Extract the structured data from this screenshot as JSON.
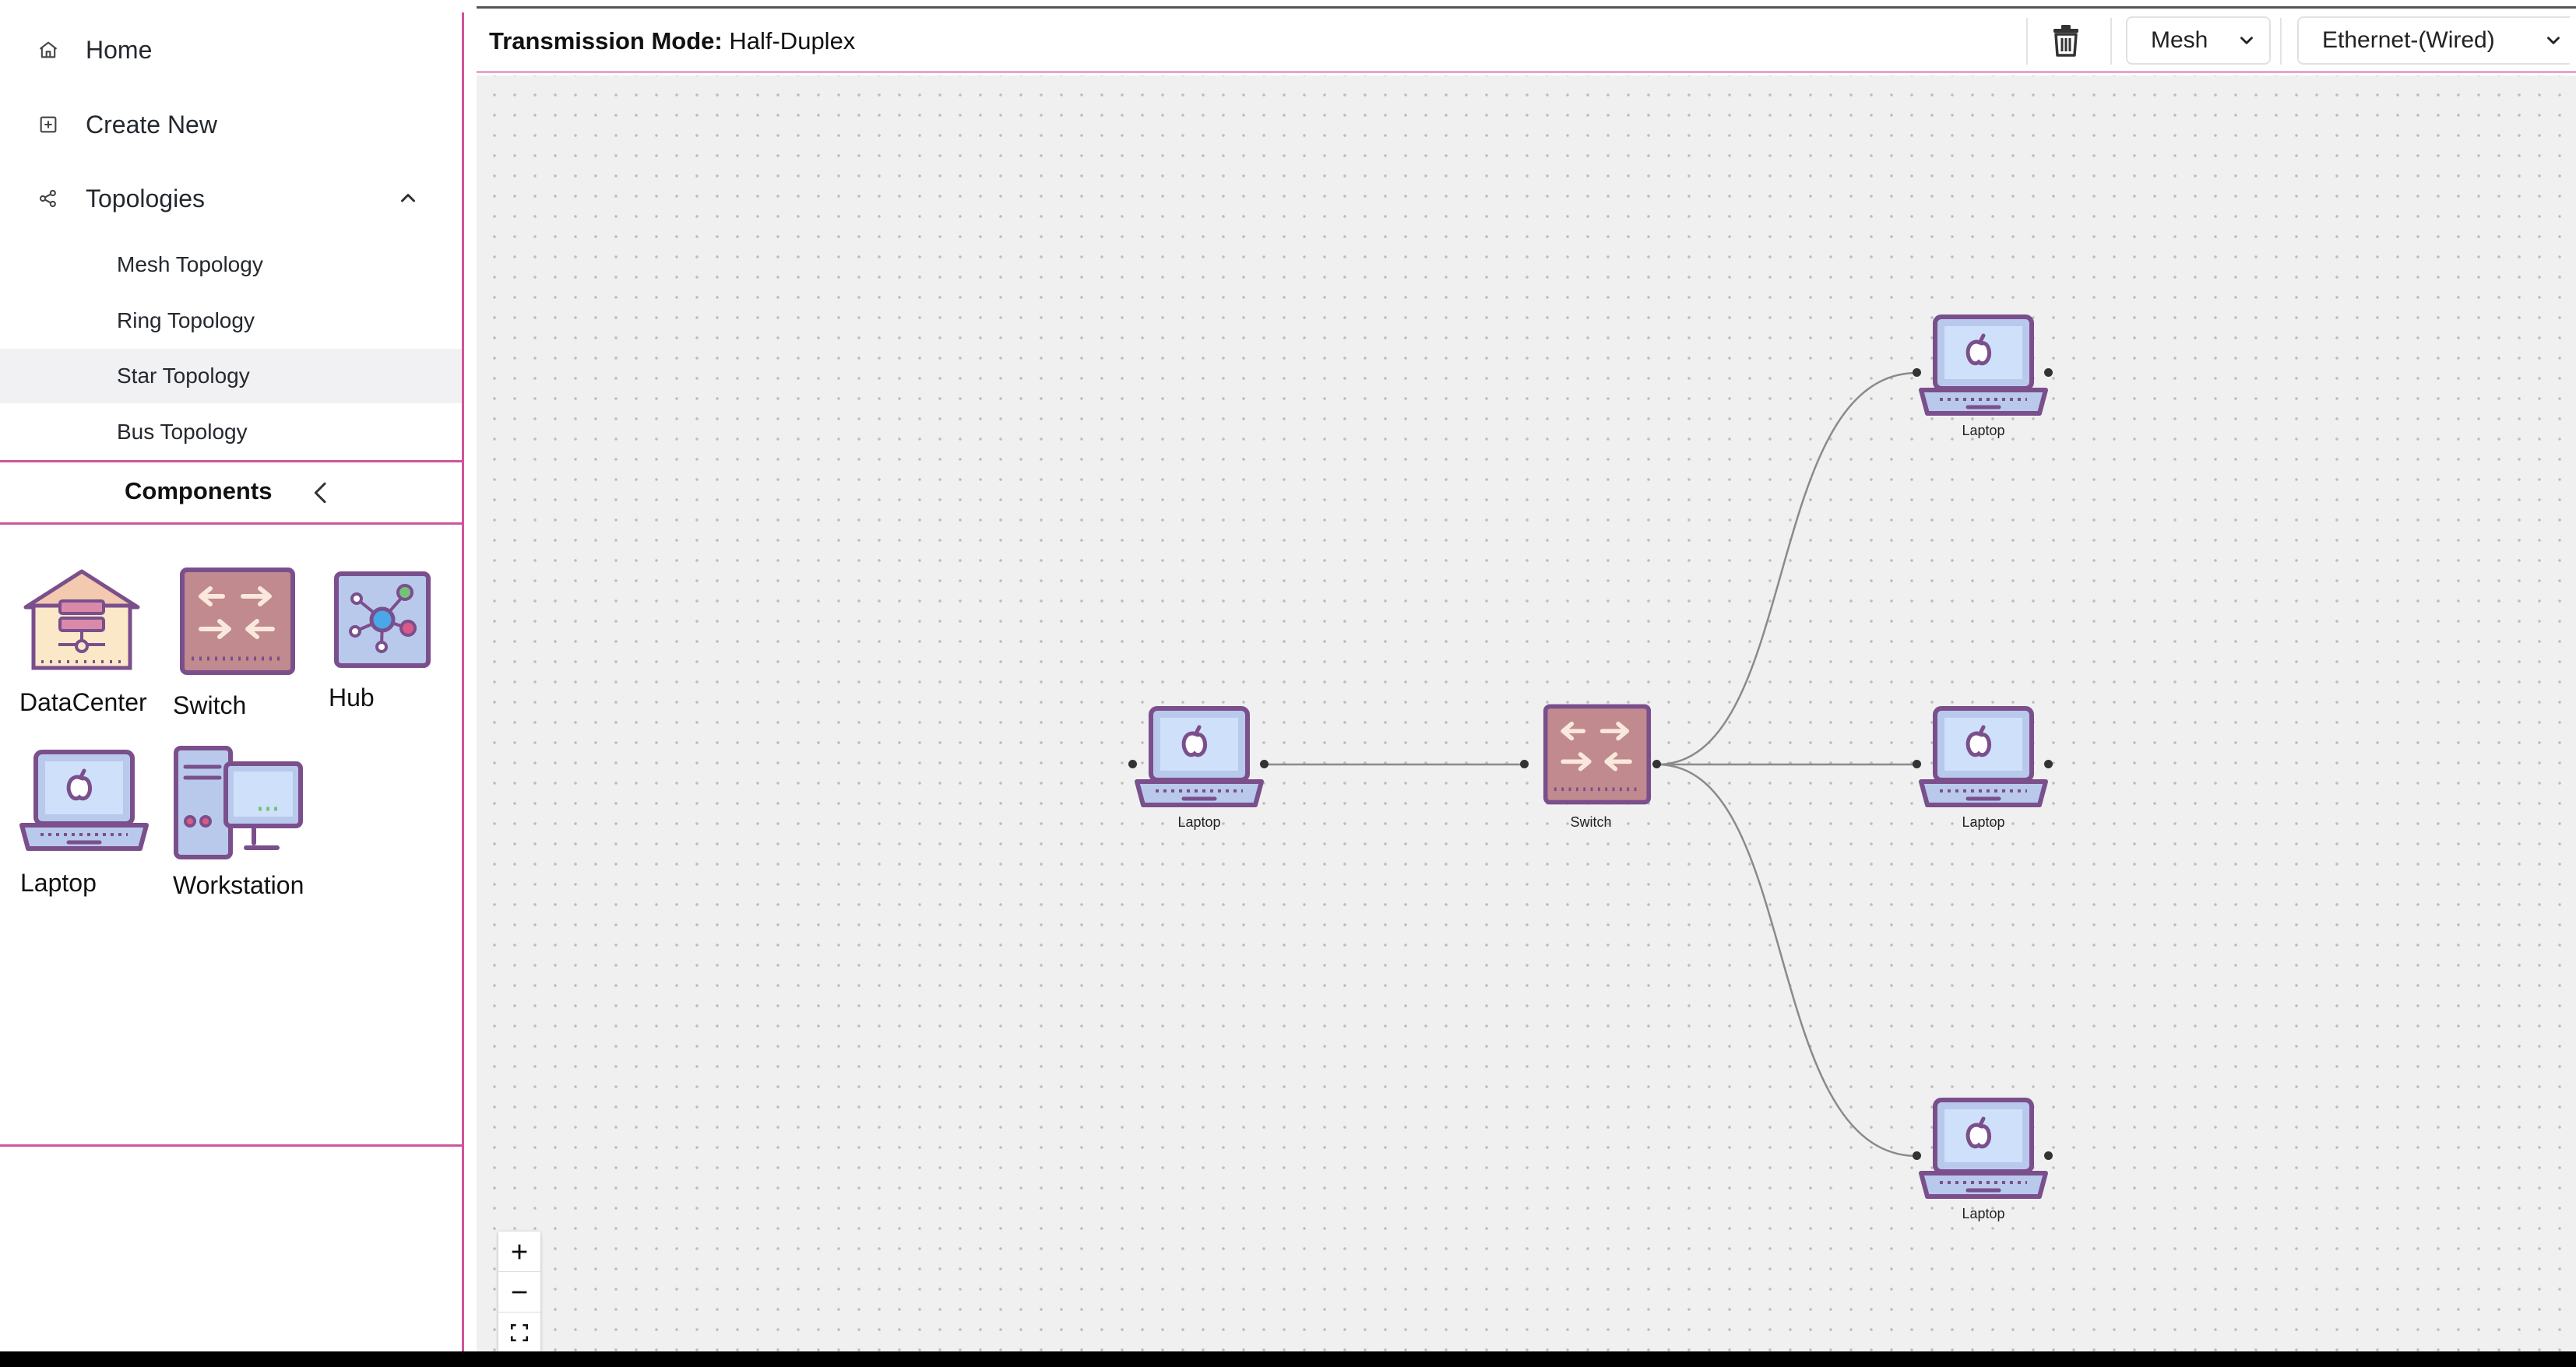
{
  "sidebar": {
    "nav": {
      "home": "Home",
      "create_new": "Create New",
      "topologies": "Topologies"
    },
    "topologies": [
      {
        "label": "Mesh Topology"
      },
      {
        "label": "Ring Topology"
      },
      {
        "label": "Star Topology",
        "active": true
      },
      {
        "label": "Bus Topology"
      }
    ],
    "components_title": "Components",
    "components": [
      {
        "label": "DataCenter"
      },
      {
        "label": "Switch"
      },
      {
        "label": "Hub"
      },
      {
        "label": "Laptop"
      },
      {
        "label": "Workstation"
      }
    ]
  },
  "toolbar": {
    "mode_label": "Transmission Mode:",
    "mode_value": "Half-Duplex",
    "topology_select": "Mesh",
    "medium_select": "Ethernet-(Wired)"
  },
  "canvas": {
    "nodes": [
      {
        "id": "laptop-left",
        "label": "Laptop"
      },
      {
        "id": "switch-center",
        "label": "Switch"
      },
      {
        "id": "laptop-top",
        "label": "Laptop"
      },
      {
        "id": "laptop-middle",
        "label": "Laptop"
      },
      {
        "id": "laptop-bottom",
        "label": "Laptop"
      }
    ]
  },
  "colors": {
    "accent_pink": "#d0559a",
    "icon_purple": "#7a4f8c",
    "switch_fill": "#c08a8e",
    "screen_fill": "#b9c9ec",
    "canvas_bg": "#f0f0f0"
  }
}
